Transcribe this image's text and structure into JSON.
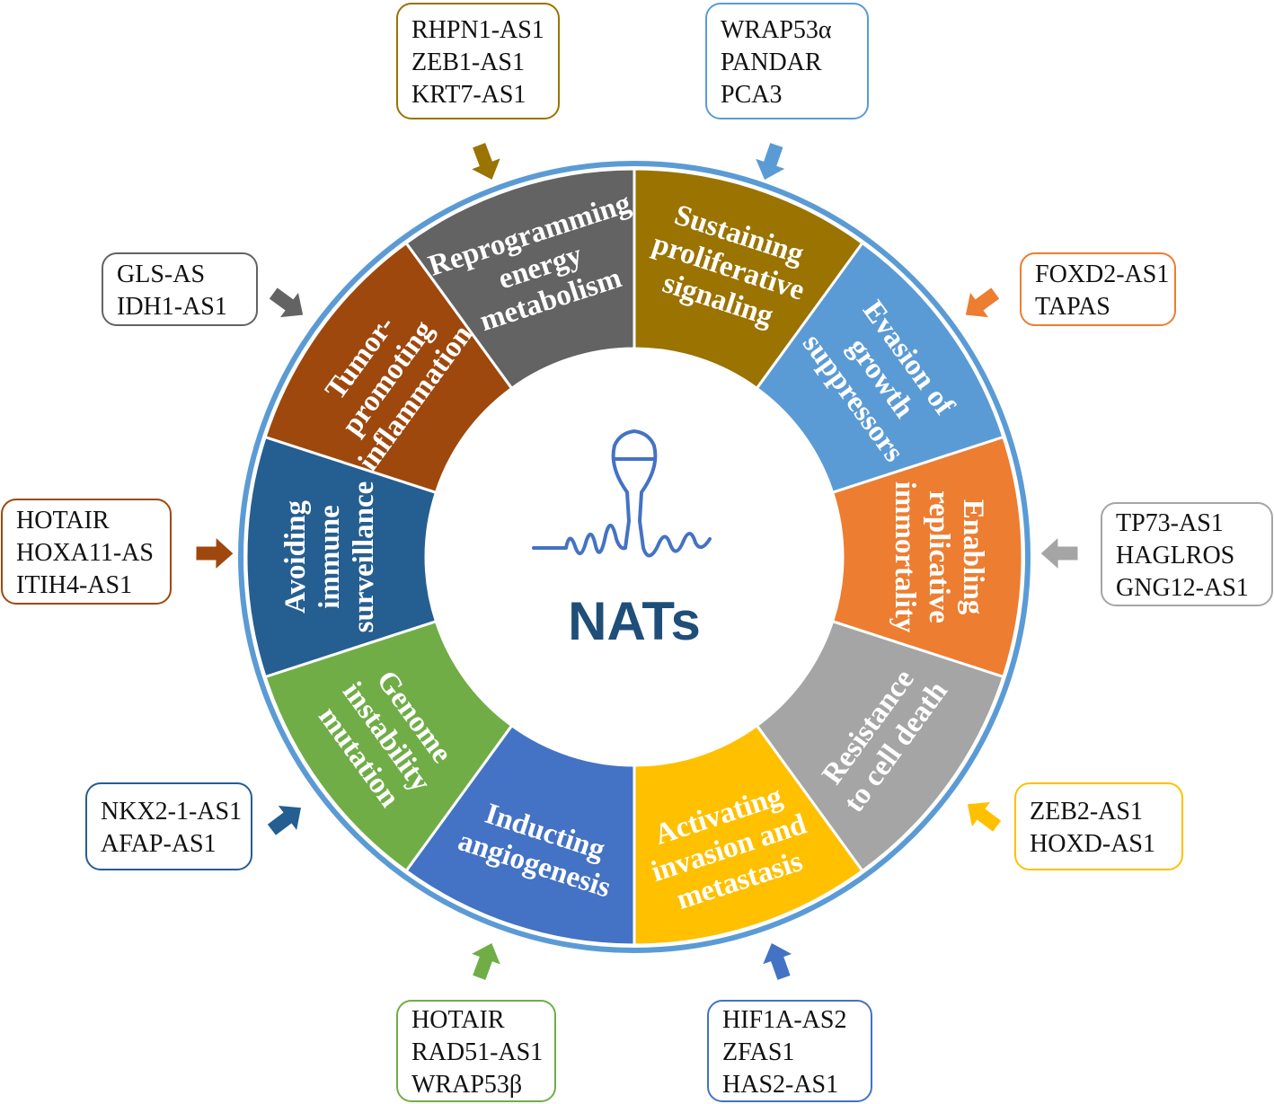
{
  "center": {
    "title": "NATs",
    "icon": "rna-hairpin-icon",
    "color": "#4472c4"
  },
  "ring_color": "#5b9bd5",
  "segments": [
    {
      "key": "sustaining",
      "lines": [
        "Sustaining",
        "proliferative",
        "signaling"
      ],
      "color": "#9a7300",
      "genes": [
        "RHPN1-AS1",
        "ZEB1-AS1",
        "KRT7-AS1"
      ]
    },
    {
      "key": "evasion",
      "lines": [
        "Evasion of",
        "growth",
        "suppressors"
      ],
      "color": "#5b9bd5",
      "genes": [
        "WRAP53α",
        "PANDAR",
        "PCA3"
      ]
    },
    {
      "key": "immortality",
      "lines": [
        "Enabling",
        "replicative",
        "immortality"
      ],
      "color": "#ed7d31",
      "genes": [
        "FOXD2-AS1",
        "TAPAS"
      ]
    },
    {
      "key": "resistance",
      "lines": [
        "Resistance",
        "to cell death"
      ],
      "color": "#a5a5a5",
      "genes": [
        "TP73-AS1",
        "HAGLROS",
        "GNG12-AS1"
      ]
    },
    {
      "key": "invasion",
      "lines": [
        "Activating",
        "invasion  and",
        "metastasis"
      ],
      "color": "#ffc000",
      "genes": [
        "ZEB2-AS1",
        "HOXD-AS1"
      ]
    },
    {
      "key": "angiogenesis",
      "lines": [
        "Inducting",
        "angiogenesis"
      ],
      "color": "#4472c4",
      "genes": [
        "HIF1A-AS2",
        "ZFAS1",
        "HAS2-AS1"
      ]
    },
    {
      "key": "genome",
      "lines": [
        "Genome",
        "instability",
        "mutation"
      ],
      "color": "#70ad47",
      "genes": [
        "HOTAIR",
        "RAD51-AS1",
        "WRAP53β"
      ]
    },
    {
      "key": "immune",
      "lines": [
        "Avoiding",
        "immune",
        "surveillance"
      ],
      "color": "#255e91",
      "genes": [
        "NKX2-1-AS1",
        "AFAP-AS1"
      ]
    },
    {
      "key": "inflammation",
      "lines": [
        "Tumor-",
        "promoting",
        "inflammation"
      ],
      "color": "#9e480e",
      "genes": [
        "HOTAIR",
        "HOXA11-AS",
        "ITIH4-AS1"
      ]
    },
    {
      "key": "metabolism",
      "lines": [
        "Reprogramming",
        "energy",
        "metabolism"
      ],
      "color": "#636363",
      "genes": [
        "GLS-AS",
        "IDH1-AS1"
      ]
    }
  ]
}
